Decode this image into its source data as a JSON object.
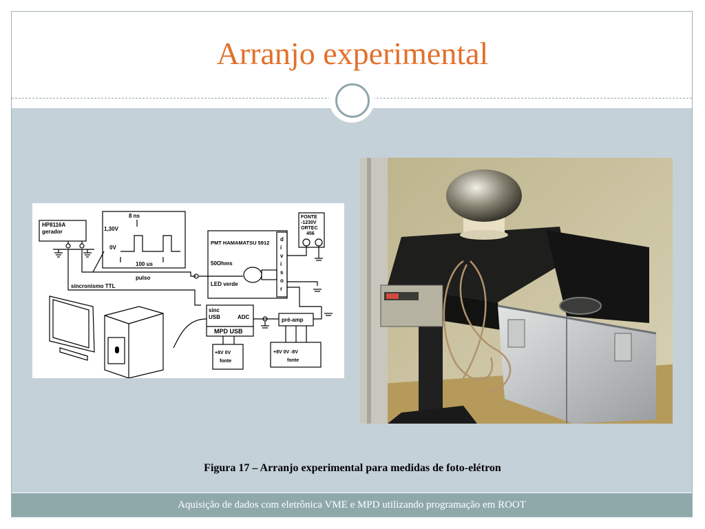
{
  "slide": {
    "title": "Arranjo experimental",
    "caption": "Figura 17 – Arranjo experimental para medidas de foto-elétron",
    "footer": "Aquisição de dados com eletrônica VME e MPD utilizando programação em ROOT"
  },
  "diagram": {
    "generator_model": "HP8116A",
    "generator_label": "gerador",
    "pulse_width": "8 ns",
    "pulse_amplitude": "1,30V",
    "pulse_zero": "0V",
    "pulse_period": "100 us",
    "pulse_label": "pulso",
    "sync_label": "sincronismo TTL",
    "pmt_label": "PMT HAMAMATSU 5912",
    "resistor_label": "50Ohms",
    "led_label": "LED verde",
    "divider_letters": [
      "d",
      "i",
      "v",
      "i",
      "s",
      "o",
      "r"
    ],
    "hv_source": [
      "FONTE",
      "-1230V",
      "ORTEC",
      "456"
    ],
    "mpd_inputs": [
      "sinc",
      "USB"
    ],
    "adc_label": "ADC",
    "mpd_label": "MPD USB",
    "preamp_label": "pré-amp",
    "mpd_supply_voltages": "+8V 0V",
    "preamp_supply_voltages": "+8V  0V  -8V",
    "supply_label": "fonte"
  }
}
